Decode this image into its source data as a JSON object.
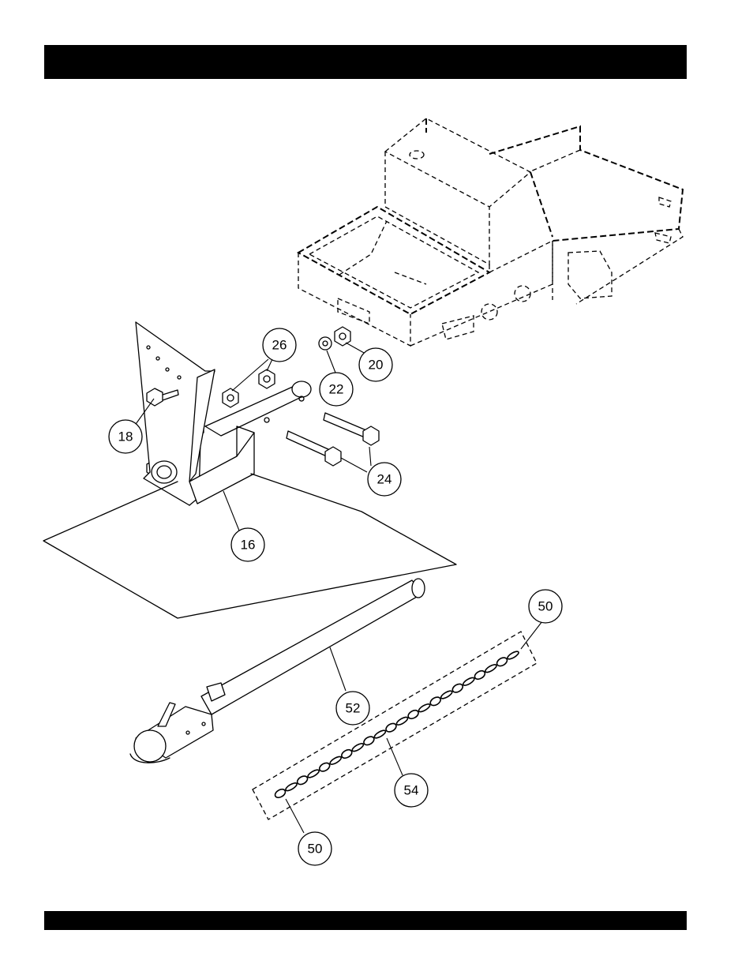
{
  "callouts": [
    {
      "id": "16",
      "label": "16"
    },
    {
      "id": "18",
      "label": "18"
    },
    {
      "id": "20",
      "label": "20"
    },
    {
      "id": "22",
      "label": "22"
    },
    {
      "id": "24",
      "label": "24"
    },
    {
      "id": "26",
      "label": "26"
    },
    {
      "id": "50a",
      "label": "50"
    },
    {
      "id": "50b",
      "label": "50"
    },
    {
      "id": "52",
      "label": "52"
    },
    {
      "id": "54",
      "label": "54"
    }
  ]
}
